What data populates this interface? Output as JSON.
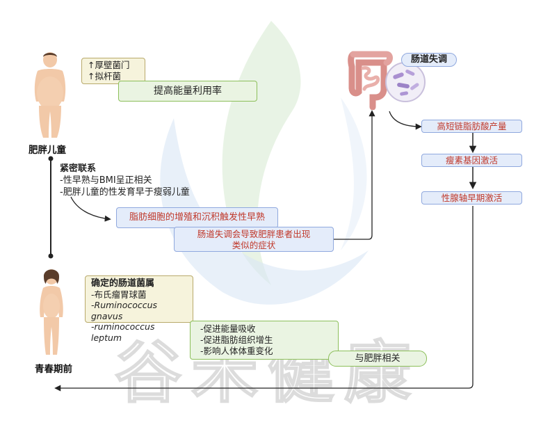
{
  "watermark": {
    "text": "谷禾健康"
  },
  "child": {
    "label": "肥胖儿童",
    "phyla": [
      "↑厚壁菌门",
      "↑拟杆菌"
    ],
    "energy": "提高能量利用率"
  },
  "connection": {
    "title": "紧密联系",
    "lines": [
      "-性早熟与BMI呈正相关",
      "-肥胖儿童的性发育早于瘦弱儿童"
    ]
  },
  "mechanisms": {
    "adipocyte": "脂肪细胞的增殖和沉积触发性早熟",
    "dysbiosis_symptoms": [
      "肠道失调会导致肥胖患者出现",
      "类似的症状"
    ]
  },
  "gut": {
    "label": "肠道失调",
    "chain": [
      "高短链脂肪酸产量",
      "瘦素基因激活",
      "性腺轴早期激活"
    ]
  },
  "prepuberty": {
    "label": "青春期前",
    "genera_title": "确定的肠道菌属",
    "genera": [
      "-布氏瘤胃球菌",
      "-Ruminococcus gnavus",
      "-ruminococcus leptum"
    ],
    "effects": [
      "-促进能量吸收",
      "-促进脂肪组织增生",
      "-影响人体体重变化"
    ],
    "obesity": "与肥胖相关"
  },
  "colors": {
    "yellow_fill": "#f6f3dc",
    "green_fill": "#eaf4e2",
    "blue_fill": "#e4ecfa",
    "red_text": "#c0392b",
    "watermark": "#6aa84f"
  }
}
